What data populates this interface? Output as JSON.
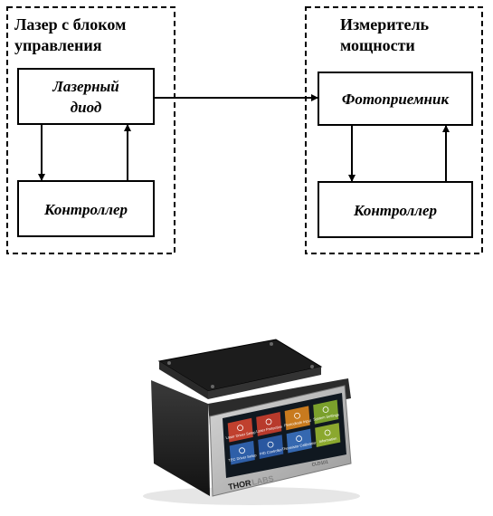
{
  "diagram": {
    "left_group": {
      "title_line1": "Лазер с блоком",
      "title_line2": "управления",
      "top_box_line1": "Лазерный",
      "top_box_line2": "диод",
      "bottom_box": "Контроллер"
    },
    "right_group": {
      "title_line1": "Измеритель",
      "title_line2": "мощности",
      "top_box": "Фотоприемник",
      "bottom_box": "Контроллер"
    }
  },
  "device": {
    "brand_main": "THOR",
    "brand_rest": "LABS",
    "model": "CLD101",
    "tiles": [
      {
        "label": "Laser Driver Setup",
        "color": "#c0402e",
        "icon": "diode-icon"
      },
      {
        "label": "Laser Protection",
        "color": "#b83a2c",
        "icon": "shield-icon"
      },
      {
        "label": "Photodiode Input",
        "color": "#c87a1e",
        "icon": "photodiode-icon"
      },
      {
        "label": "System Settings",
        "color": "#7aa02c",
        "icon": "gear-icon"
      },
      {
        "label": "TEC Driver Setup",
        "color": "#2e5fa8",
        "icon": "thermometer-icon"
      },
      {
        "label": "PID Controller",
        "color": "#2a57a0",
        "icon": "pid-icon"
      },
      {
        "label": "Thermistor Calibration",
        "color": "#3568b0",
        "icon": "thermistor-icon"
      },
      {
        "label": "Information",
        "color": "#8ba82e",
        "icon": "info-icon"
      }
    ]
  }
}
